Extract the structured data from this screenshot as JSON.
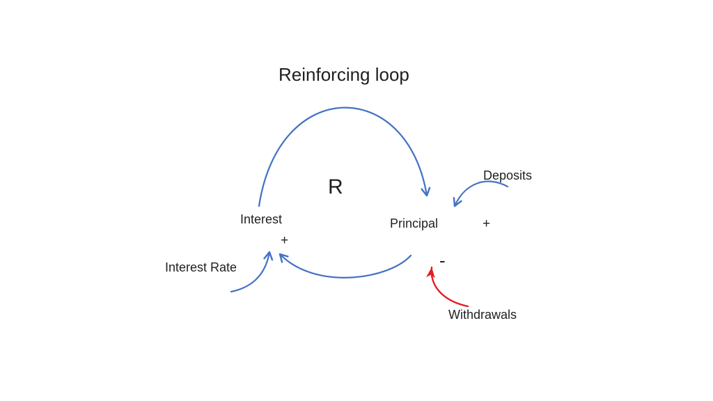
{
  "diagram": {
    "title": "Reinforcing loop",
    "loop_label": "R",
    "nodes": {
      "interest": "Interest",
      "principal": "Principal",
      "deposits": "Deposits",
      "interest_rate": "Interest Rate",
      "withdrawals": "Withdrawals"
    },
    "signs": {
      "near_interest": "+",
      "near_principal": "+",
      "near_withdrawals_arrow": "-"
    },
    "edges": [
      {
        "from": "Interest",
        "to": "Principal",
        "style": "large upper arc",
        "color": "blue"
      },
      {
        "from": "Principal",
        "to": "Interest",
        "style": "large lower arc",
        "color": "blue"
      },
      {
        "from": "Deposits",
        "to": "Principal",
        "style": "short curve",
        "color": "blue"
      },
      {
        "from": "Interest Rate",
        "to": "Interest",
        "style": "short curve",
        "color": "blue"
      },
      {
        "from": "Withdrawals",
        "to": "Principal",
        "style": "short curve",
        "color": "red"
      }
    ],
    "colors": {
      "loop_arrow": "#4472c4",
      "negative_arrow": "#e31e24",
      "text": "#1f1f1f",
      "background": "#ffffff"
    }
  }
}
